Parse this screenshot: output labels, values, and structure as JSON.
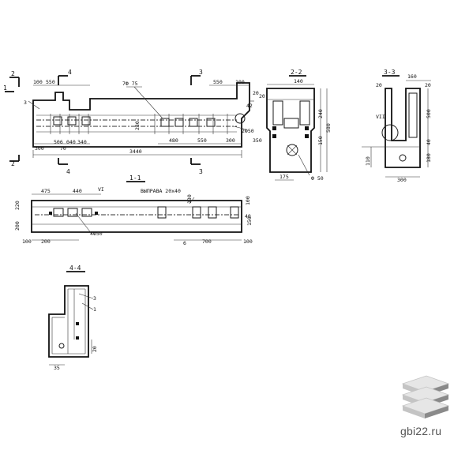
{
  "views": {
    "main": {
      "cut_marks": [
        "2",
        "4",
        "3",
        "2",
        "4",
        "3"
      ],
      "labels": [
        "1"
      ],
      "dims_top": [
        "100",
        "550",
        "550",
        "100"
      ],
      "callouts": [
        "7Ф 75",
        "3",
        "2Ф50",
        "42"
      ],
      "dims_bottom": [
        "300",
        "3440",
        "480",
        "550",
        "300"
      ],
      "dims_side": [
        "280",
        "20",
        "350"
      ],
      "dims_inner": [
        "506",
        "040",
        "340",
        "70"
      ]
    },
    "sec_2_2": {
      "title": "2-2",
      "dims": [
        "140",
        "20",
        "240",
        "580",
        "150",
        "175",
        "Ф 50"
      ]
    },
    "sec_3_3": {
      "title": "3-3",
      "dims": [
        "160",
        "20",
        "20",
        "500",
        "VII",
        "40",
        "110",
        "300",
        "180"
      ]
    },
    "sec_1_1": {
      "title": "1-1",
      "dims": [
        "475",
        "440",
        "VI",
        "ВЫПРАВА 20x40",
        "130",
        "100",
        "100",
        "200",
        "4Ф50",
        "700",
        "100",
        "220",
        "200",
        "40",
        "150",
        "6"
      ]
    },
    "sec_4_4": {
      "title": "4-4",
      "dims": [
        "3",
        "1",
        "20",
        "35"
      ]
    }
  },
  "watermark": {
    "site": "gbi22.ru",
    "colors": {
      "light": "#e6e6e6",
      "mid": "#c4c4c4",
      "dark": "#8a8a8a"
    }
  }
}
